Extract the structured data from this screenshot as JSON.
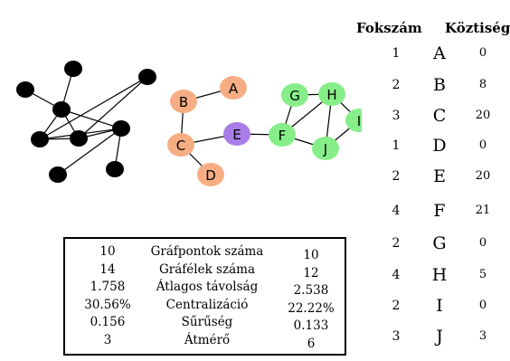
{
  "table": {
    "header_degree": "Fokszám",
    "header_betweenness": "Köztiség",
    "rows": [
      {
        "degree": "1",
        "letter": "A",
        "betweenness": "0"
      },
      {
        "degree": "2",
        "letter": "B",
        "betweenness": "8"
      },
      {
        "degree": "3",
        "letter": "C",
        "betweenness": "20"
      },
      {
        "degree": "1",
        "letter": "D",
        "betweenness": "0"
      },
      {
        "degree": "2",
        "letter": "E",
        "betweenness": "20"
      },
      {
        "degree": "4",
        "letter": "F",
        "betweenness": "21"
      },
      {
        "degree": "2",
        "letter": "G",
        "betweenness": "0"
      },
      {
        "degree": "4",
        "letter": "H",
        "betweenness": "5"
      },
      {
        "degree": "2",
        "letter": "I",
        "betweenness": "0"
      },
      {
        "degree": "3",
        "letter": "J",
        "betweenness": "3"
      }
    ]
  },
  "stats": {
    "rows": [
      {
        "left": "10",
        "label": "Gráfpontok száma",
        "right": "10"
      },
      {
        "left": "14",
        "label": "Gráfélek száma",
        "right": "12"
      },
      {
        "left": "1.758",
        "label": "Átlagos távolság",
        "right": "2.538"
      },
      {
        "left": "30.56%",
        "label": "Centralizáció",
        "right": "22.22%"
      },
      {
        "left": "0.156",
        "label": "Sűrűség",
        "right": "0.133"
      },
      {
        "left": "3",
        "label": "Átmérő",
        "right": "6"
      }
    ]
  },
  "graph": {
    "colors": {
      "black_node": "#000000",
      "orange_node": "#f7ad83",
      "purple_node": "#a97de8",
      "green_node": "#86ee89",
      "edge": "#000000"
    },
    "labeled_nodes": [
      {
        "id": "A",
        "label": "A",
        "color": "orange"
      },
      {
        "id": "B",
        "label": "B",
        "color": "orange"
      },
      {
        "id": "C",
        "label": "C",
        "color": "orange"
      },
      {
        "id": "D",
        "label": "D",
        "color": "orange"
      },
      {
        "id": "E",
        "label": "E",
        "color": "purple"
      },
      {
        "id": "F",
        "label": "F",
        "color": "green"
      },
      {
        "id": "G",
        "label": "G",
        "color": "green"
      },
      {
        "id": "H",
        "label": "H",
        "color": "green"
      },
      {
        "id": "I",
        "label": "I",
        "color": "green"
      },
      {
        "id": "J",
        "label": "J",
        "color": "green"
      }
    ],
    "labeled_edges": [
      [
        "A",
        "B"
      ],
      [
        "B",
        "C"
      ],
      [
        "C",
        "D"
      ],
      [
        "C",
        "E"
      ],
      [
        "E",
        "F"
      ],
      [
        "F",
        "G"
      ],
      [
        "F",
        "H"
      ],
      [
        "F",
        "J"
      ],
      [
        "G",
        "H"
      ],
      [
        "H",
        "I"
      ],
      [
        "H",
        "J"
      ],
      [
        "I",
        "J"
      ]
    ],
    "black_edges": [
      [
        0,
        2
      ],
      [
        1,
        2
      ],
      [
        2,
        3
      ],
      [
        2,
        4
      ],
      [
        2,
        5
      ],
      [
        4,
        5
      ],
      [
        4,
        3
      ],
      [
        3,
        5
      ],
      [
        5,
        6
      ],
      [
        5,
        7
      ],
      [
        4,
        8
      ],
      [
        8,
        3
      ]
    ]
  }
}
